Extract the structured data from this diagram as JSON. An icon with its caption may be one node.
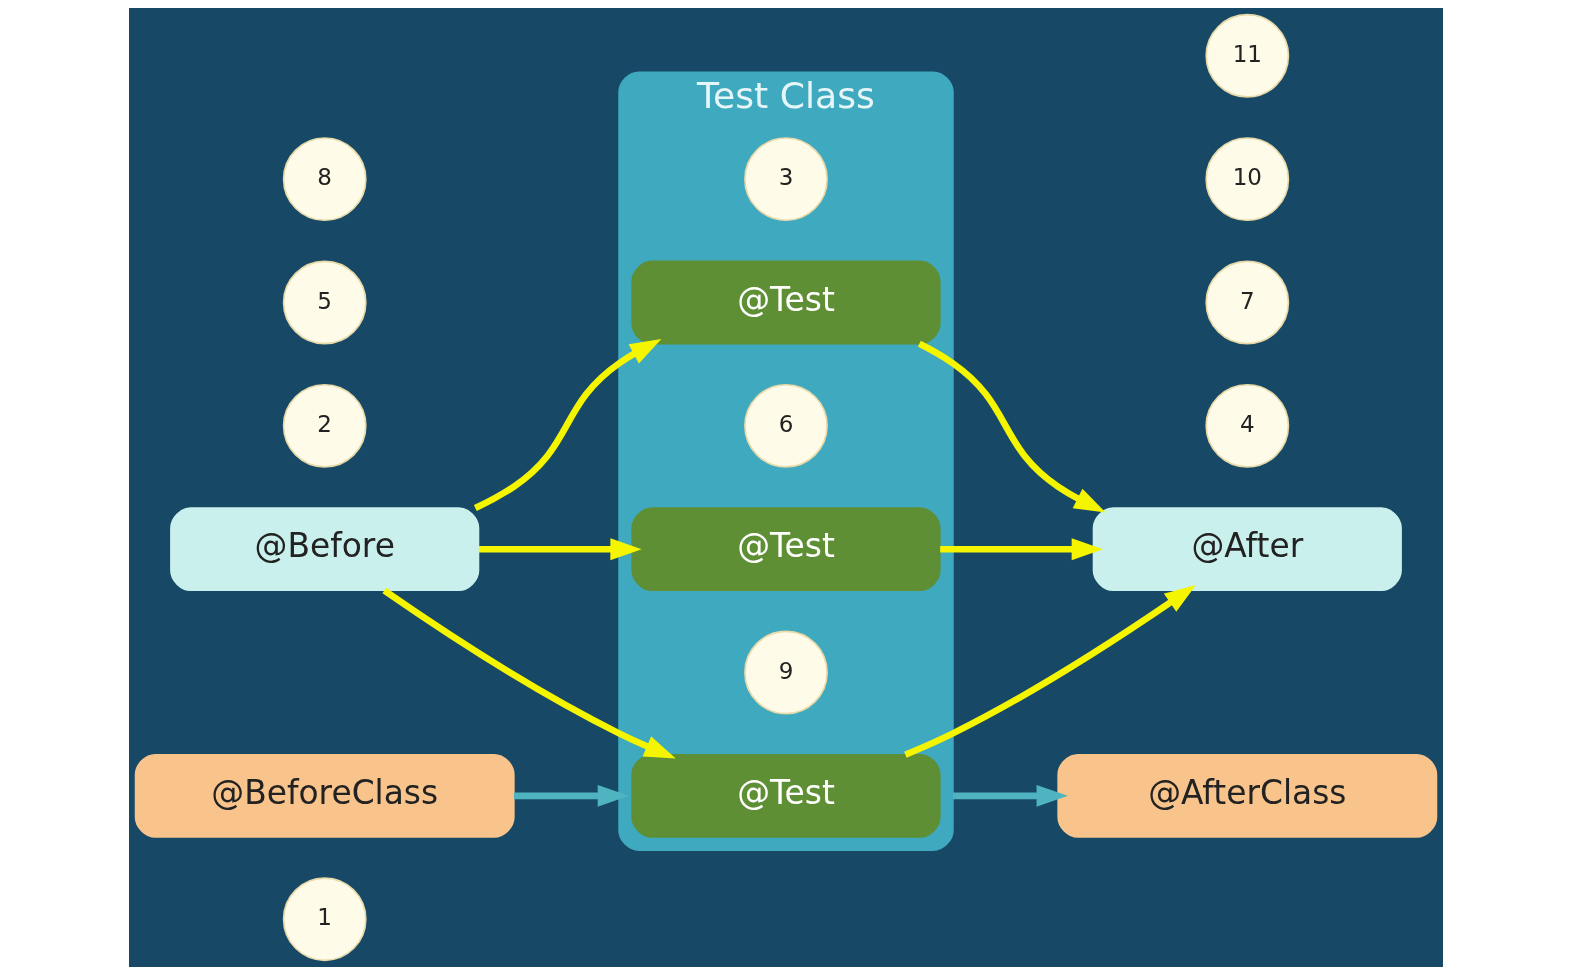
{
  "diagram": {
    "nodes": [
      {
        "text": [
          "1"
        ]
      },
      {
        "text": [
          "@BeforeClass"
        ]
      },
      {
        "text": [
          "Test Class"
        ]
      },
      {
        "text": [
          "3"
        ],
        "in": 2
      },
      {
        "text": [
          "@Test"
        ],
        "in": 2
      },
      {
        "text": [
          "2"
        ]
      },
      {
        "text": [
          "5"
        ]
      },
      {
        "text": [
          "8"
        ]
      },
      {
        "text": [
          "4"
        ]
      },
      {
        "text": [
          "7"
        ]
      },
      {
        "text": [
          "10"
        ]
      },
      {
        "text": [
          "6"
        ],
        "in": 2
      },
      {
        "text": [
          "@Test"
        ],
        "in": 2
      },
      {
        "text": [
          "@Before"
        ]
      },
      {
        "text": [
          "@After"
        ]
      },
      {
        "text": [
          "9"
        ],
        "in": 2
      },
      {
        "text": [
          "@Test"
        ],
        "in": 2
      },
      {
        "text": [
          "11"
        ]
      },
      {
        "text": [
          "@AfterClass"
        ]
      }
    ],
    "edges": [
      {
        "from": 1,
        "to": 2,
        "arrow": "to",
        "color": "#4fb3c0"
      },
      {
        "from": 13,
        "to": 4,
        "arrow": "to"
      },
      {
        "from": 13,
        "to": 12,
        "arrow": "to"
      },
      {
        "from": 13,
        "to": 16,
        "arrow": "to"
      },
      {
        "from": 4,
        "to": 14,
        "arrow": "to"
      },
      {
        "from": 12,
        "to": 14,
        "arrow": "to"
      },
      {
        "from": 16,
        "to": 14,
        "arrow": "to"
      },
      {
        "from": 2,
        "to": 18,
        "arrow": "to",
        "color": "#4fb3c0"
      }
    ]
  }
}
